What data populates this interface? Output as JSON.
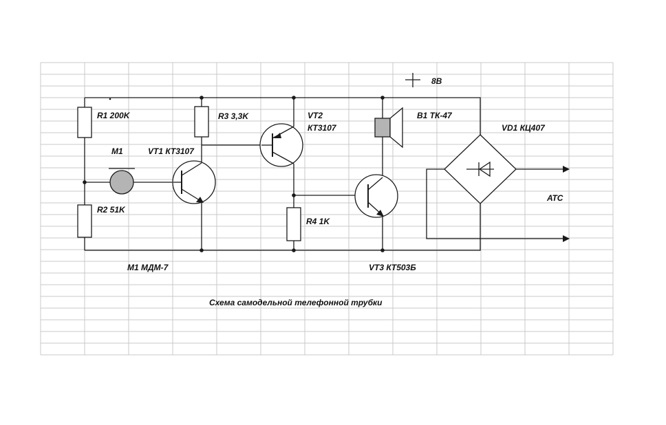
{
  "labels": {
    "supply": "8В",
    "r1": "R1 200K",
    "r2": "R2 51K",
    "r3": "R3 3,3K",
    "r4": "R4 1K",
    "m1": "М1",
    "vt1": "VT1 КТ3107",
    "vt2_a": "VT2",
    "vt2_b": "КТ3107",
    "vt3": "VT3 КТ503Б",
    "b1": "В1  ТК-47",
    "vd1": "VD1 КЦ407",
    "atc": "АТС",
    "m1_model": "М1 МДМ-7",
    "caption": "Схема самодельной телефонной трубки"
  },
  "colors": {
    "grid": "#c8c8c8",
    "wire": "#1a1a1a",
    "microphone_fill": "#b4b4b4",
    "speaker_fill": "#b4b4b4"
  }
}
